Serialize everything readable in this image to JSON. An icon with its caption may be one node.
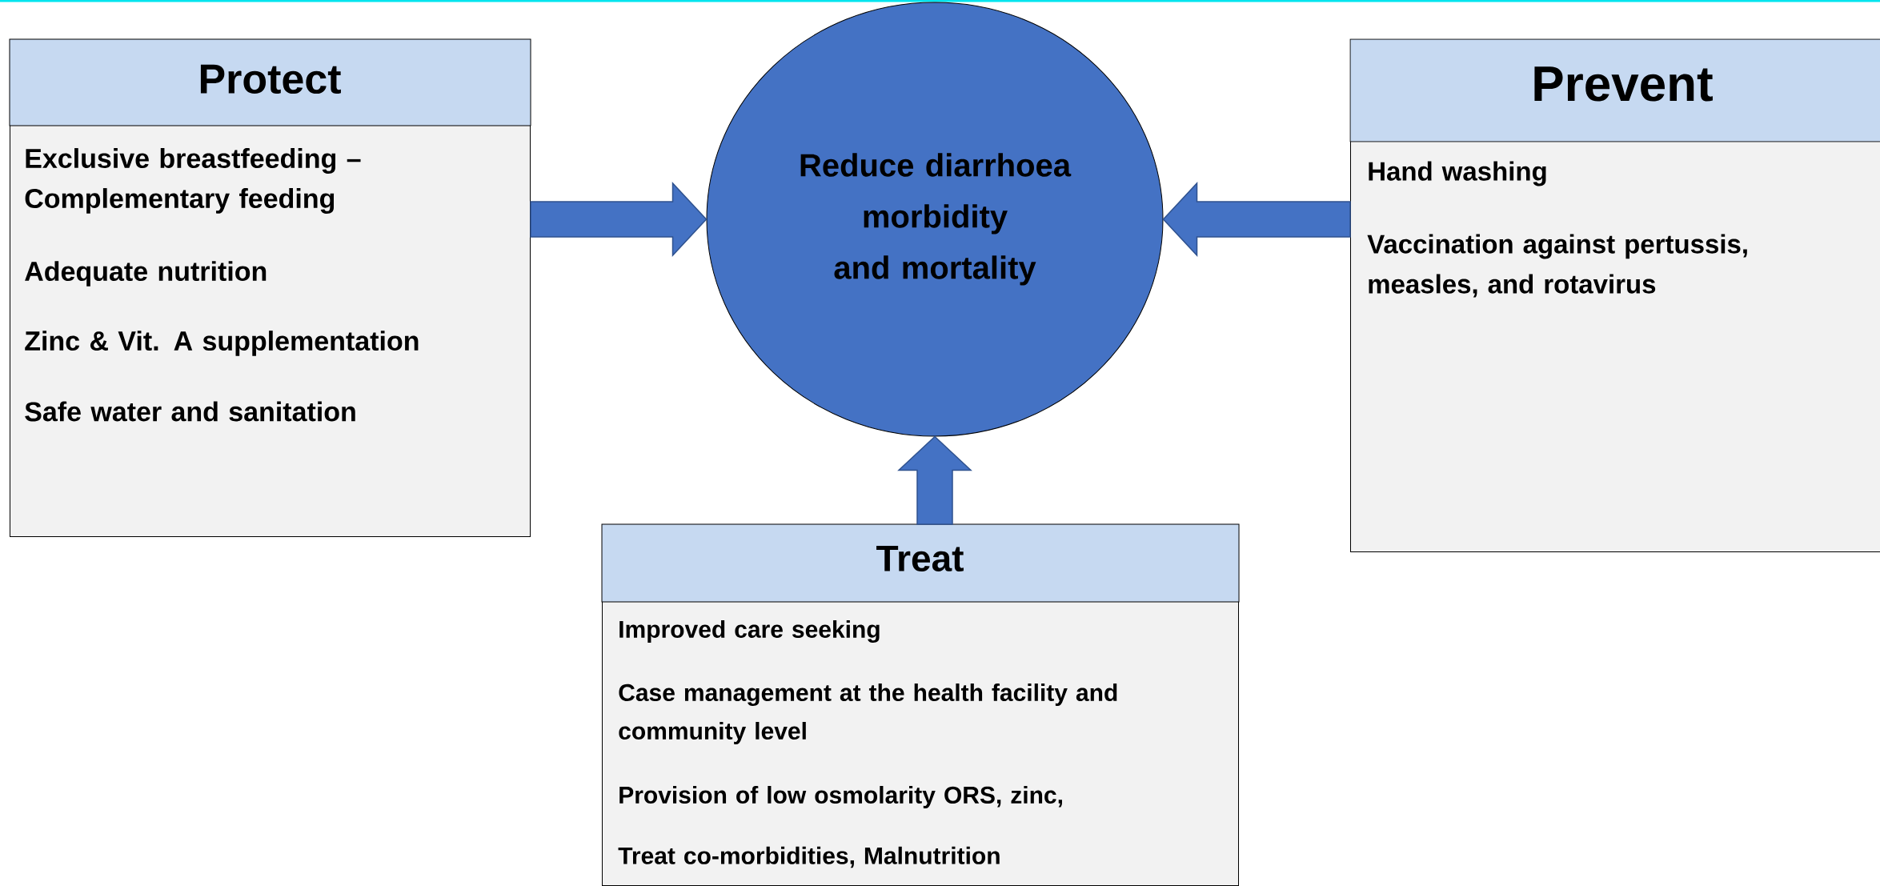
{
  "diagram": {
    "nodes": [
      {
        "text": [
          "Protect",
          "Exclusive breastfeeding – Complementary feeding",
          "Adequate nutrition",
          "Zinc & Vit. A supplementation",
          "Safe water and sanitation"
        ]
      },
      {
        "text": [
          "Reduce diarrhoea morbidity and mortality"
        ]
      },
      {
        "text": [
          "Prevent",
          "Hand washing",
          "Vaccination against pertussis, measles, and rotavirus"
        ]
      },
      {
        "text": [
          "Treat",
          "Improved care seeking",
          "Case management at the health facility and community level",
          "Provision of low osmolarity ORS, zinc,",
          "Treat co-morbidities, Malnutrition"
        ]
      }
    ],
    "edges": [
      {
        "from": 0,
        "to": 1,
        "arrow": "to"
      },
      {
        "from": 2,
        "to": 1,
        "arrow": "to"
      },
      {
        "from": 3,
        "to": 1,
        "arrow": "to"
      }
    ]
  }
}
